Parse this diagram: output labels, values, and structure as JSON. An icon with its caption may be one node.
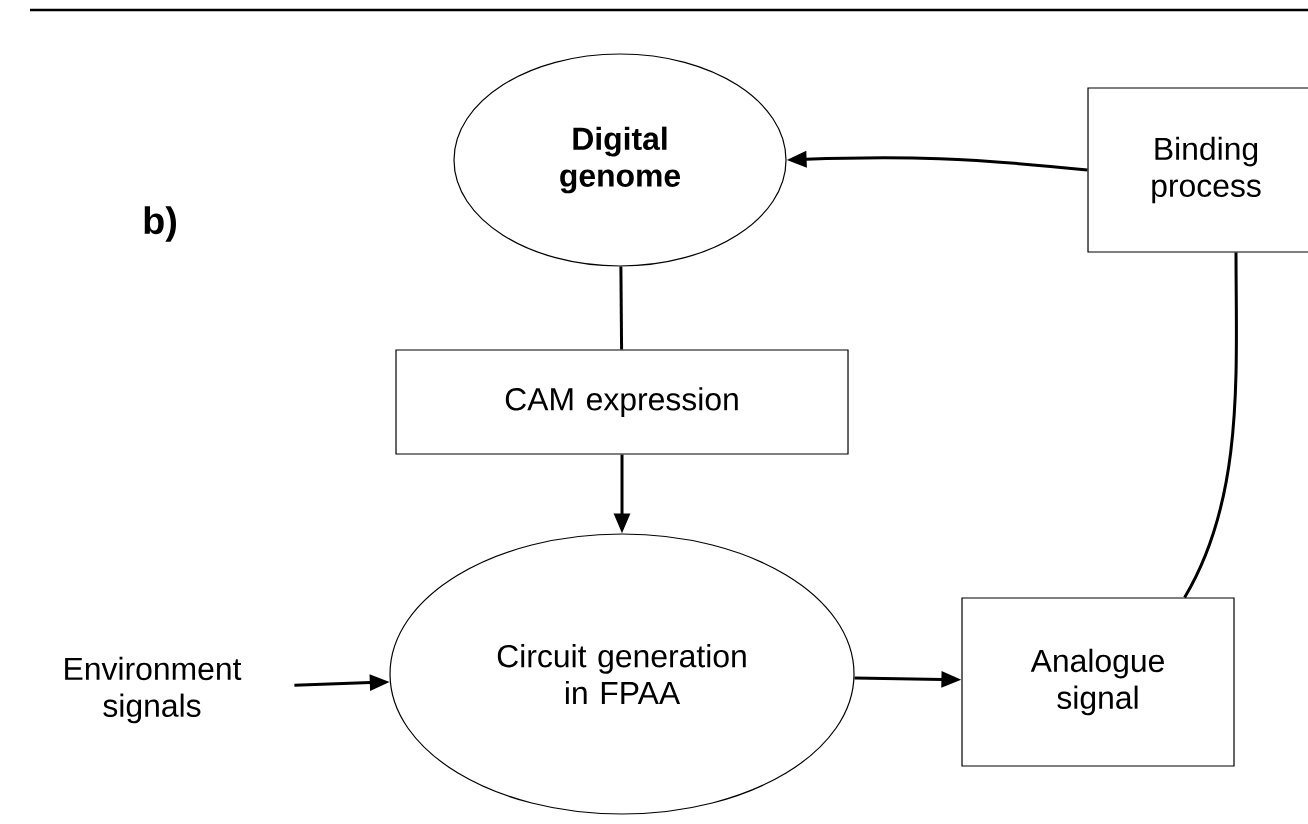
{
  "diagram": {
    "nodes": [
      {
        "text": [
          "Digital genome"
        ]
      },
      {
        "text": [
          "Binding process"
        ]
      },
      {
        "text": [
          "CAM expression"
        ]
      },
      {
        "text": [
          "Circuit generation in FPAA"
        ]
      },
      {
        "text": [
          "Environment signals"
        ]
      },
      {
        "text": [
          "Analogue signal"
        ]
      }
    ],
    "edges": [
      {
        "from": 1,
        "to": 0,
        "arrow": "to"
      },
      {
        "from": 0,
        "to": 2,
        "arrow": "none"
      },
      {
        "from": 2,
        "to": 3,
        "arrow": "to"
      },
      {
        "from": 4,
        "to": 3,
        "arrow": "to"
      },
      {
        "from": 3,
        "to": 5,
        "arrow": "to"
      },
      {
        "from": 5,
        "to": 1,
        "arrow": "none"
      }
    ],
    "labels": [
      "b)"
    ]
  }
}
